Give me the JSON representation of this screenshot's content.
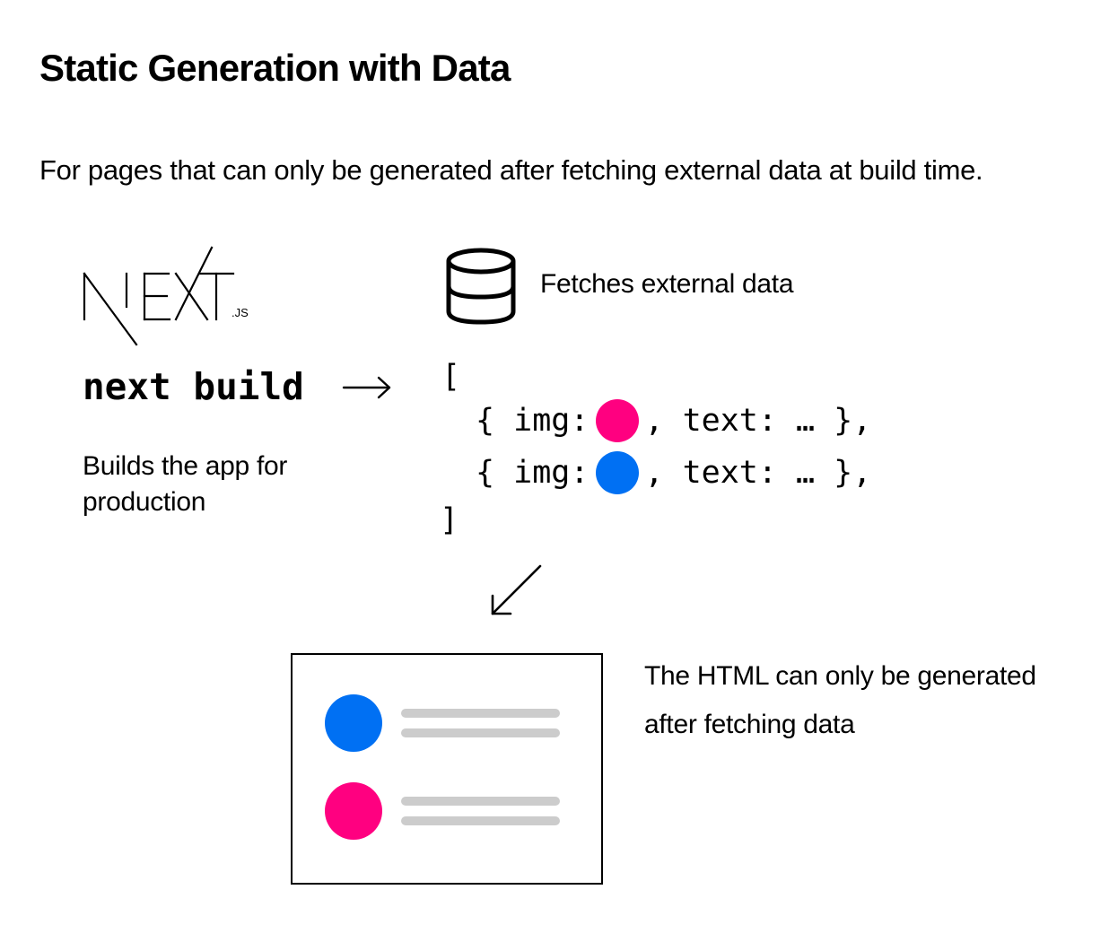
{
  "title": "Static Generation with Data",
  "subtitle": "For pages that can only be generated after fetching external data at build time.",
  "logo": {
    "icon": "nextjs-logo-icon",
    "text_main": "NEXT",
    "text_suffix": ".JS"
  },
  "build": {
    "command": "next build",
    "arrow": "→",
    "description": "Builds the app for production"
  },
  "fetch": {
    "icon": "database-icon",
    "label": "Fetches external data"
  },
  "code": {
    "open": "[",
    "close": "]",
    "rows": [
      {
        "prefix": "{ img:",
        "suffix": ", text: … },",
        "color": "#ff0080"
      },
      {
        "prefix": "{ img:",
        "suffix": ", text: … },",
        "color": "#0070f3"
      }
    ]
  },
  "diagonal_arrow": "arrow-down-left-icon",
  "html_page": {
    "items": [
      {
        "color": "#0070f3"
      },
      {
        "color": "#ff0080"
      }
    ],
    "line_color": "#cccccc",
    "description": "The HTML can only be generated after fetching data"
  }
}
